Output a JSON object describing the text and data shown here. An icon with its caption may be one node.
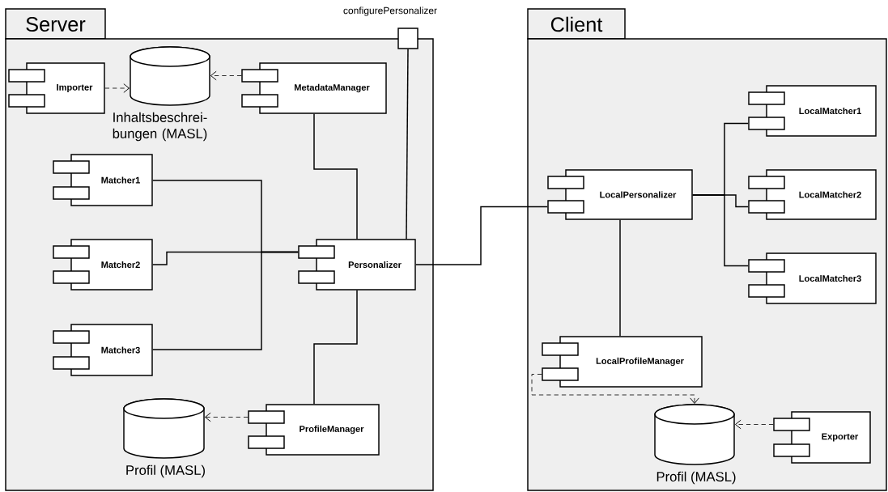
{
  "diagram": {
    "nodes": [
      {
        "text": [
          "Server"
        ]
      },
      {
        "text": [
          "Importer"
        ],
        "in": 0
      },
      {
        "text": [
          "Inhaltsbeschrei- bungen (MASL)"
        ],
        "in": 0
      },
      {
        "text": [
          "MetadataManager"
        ],
        "in": 0
      },
      {
        "text": [
          "Matcher1"
        ],
        "in": 0
      },
      {
        "text": [
          "Matcher2"
        ],
        "in": 0
      },
      {
        "text": [
          "Matcher3"
        ],
        "in": 0
      },
      {
        "text": [
          "Personalizer"
        ],
        "in": 0
      },
      {
        "text": [
          "Profil (MASL)"
        ],
        "in": 0
      },
      {
        "text": [
          "ProfileManager"
        ],
        "in": 0
      },
      {
        "text": [
          "configurePersonalizer"
        ]
      },
      {
        "text": [
          "Client"
        ]
      },
      {
        "text": [
          "LocalPersonalizer"
        ],
        "in": 11
      },
      {
        "text": [
          "LocalMatcher1"
        ],
        "in": 11
      },
      {
        "text": [
          "LocalMatcher2"
        ],
        "in": 11
      },
      {
        "text": [
          "LocalMatcher3"
        ],
        "in": 11
      },
      {
        "text": [
          "LocalProfileManager"
        ],
        "in": 11
      },
      {
        "text": [
          "Profil (MASL)"
        ],
        "in": 11
      },
      {
        "text": [
          "Exporter"
        ],
        "in": 11
      }
    ],
    "edges": [
      {
        "from": 1,
        "to": 2,
        "arrow": "to",
        "style": "dashed"
      },
      {
        "from": 3,
        "to": 2,
        "arrow": "to",
        "style": "dashed"
      },
      {
        "from": 3,
        "to": 7,
        "arrow": "none"
      },
      {
        "from": 4,
        "to": 7,
        "arrow": "none"
      },
      {
        "from": 5,
        "to": 7,
        "arrow": "none"
      },
      {
        "from": 6,
        "to": 7,
        "arrow": "none"
      },
      {
        "from": 7,
        "to": 10,
        "arrow": "none"
      },
      {
        "from": 7,
        "to": 9,
        "arrow": "none"
      },
      {
        "from": 9,
        "to": 8,
        "arrow": "to",
        "style": "dashed"
      },
      {
        "from": 7,
        "to": 12,
        "arrow": "none"
      },
      {
        "from": 12,
        "to": 13,
        "arrow": "none"
      },
      {
        "from": 12,
        "to": 14,
        "arrow": "none"
      },
      {
        "from": 12,
        "to": 15,
        "arrow": "none"
      },
      {
        "from": 12,
        "to": 16,
        "arrow": "none"
      },
      {
        "from": 16,
        "to": 17,
        "arrow": "to",
        "style": "dashed"
      },
      {
        "from": 18,
        "to": 17,
        "arrow": "to",
        "style": "dashed"
      }
    ]
  }
}
